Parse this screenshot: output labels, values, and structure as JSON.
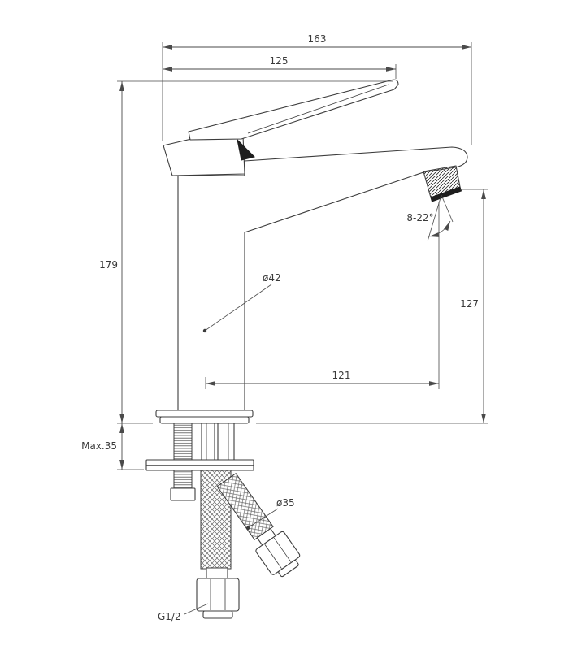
{
  "labels": {
    "total_length": "163",
    "handle_length": "125",
    "height": "179",
    "spout_height": "127",
    "spout_reach": "121",
    "body_diameter": "ø42",
    "aerator_angle": "8-22°",
    "max_thickness": "Max.35",
    "hose_diameter": "ø35",
    "thread": "G1/2"
  },
  "colors": {
    "line": "#3c3c3c",
    "background": "#ffffff"
  }
}
